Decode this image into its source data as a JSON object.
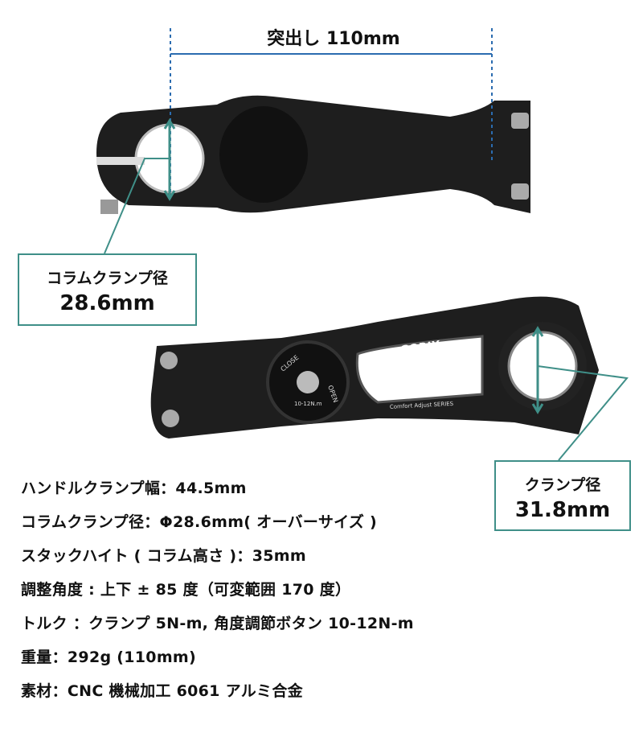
{
  "dimension": {
    "reach_label": "突出し 110mm"
  },
  "callouts": {
    "column_clamp": {
      "title": "コラムクランプ径",
      "value": "28.6mm"
    },
    "handlebar_clamp": {
      "title": "クランプ径",
      "value": "31.8mm"
    }
  },
  "product_marks": {
    "brand": "GORIX",
    "series": "Comfort Adjust SERIES",
    "close": "CLOSE",
    "open": "OPEN",
    "torque": "10-12N.m"
  },
  "specs": [
    "ハンドルクランプ幅：44.5mm",
    "コラムクランプ径：Φ28.6mm( オーバーサイズ )",
    "スタックハイト ( コラム高さ )：35mm",
    "調整角度 : 上下 ± 85 度（可変範囲 170 度）",
    "トルク ：クランプ 5N-m, 角度調節ボタン 10-12N-m",
    "重量：292g (110mm)",
    "素材：CNC 機械加工 6061 アルミ合金"
  ],
  "colors": {
    "accent": "#3f8f88",
    "dimension_line": "#2b6cb0",
    "product": "#1c1c1c"
  }
}
